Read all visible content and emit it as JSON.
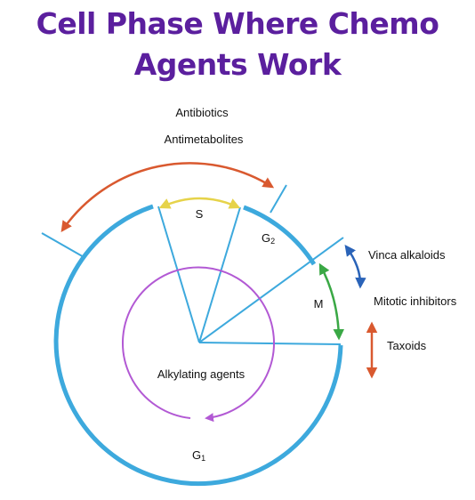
{
  "title": {
    "line1": "Cell Phase Where Chemo",
    "line2": "Agents Work"
  },
  "labels": {
    "antibiotics": "Antibiotics",
    "antimetabolites": "Antimetabolites",
    "s_phase": "S",
    "g2_phase": "G",
    "g2_sub": "2",
    "m_phase": "M",
    "g1_phase": "G",
    "g1_sub": "1",
    "alkylating": "Alkylating agents",
    "vinca": "Vinca alkaloids",
    "mitotic": "Mitotic inhibitors",
    "taxoids": "Taxoids"
  },
  "colors": {
    "title": "#5b1f9e",
    "cycle_ring": "#3da9dd",
    "antibiotics_arrow": "#d9592f",
    "s_arrow": "#e6d34a",
    "m_arrow": "#3aa845",
    "vinca_arrow": "#2a63b8",
    "taxoids_arrow": "#d9592f",
    "alkylating_circle": "#b259d4"
  }
}
